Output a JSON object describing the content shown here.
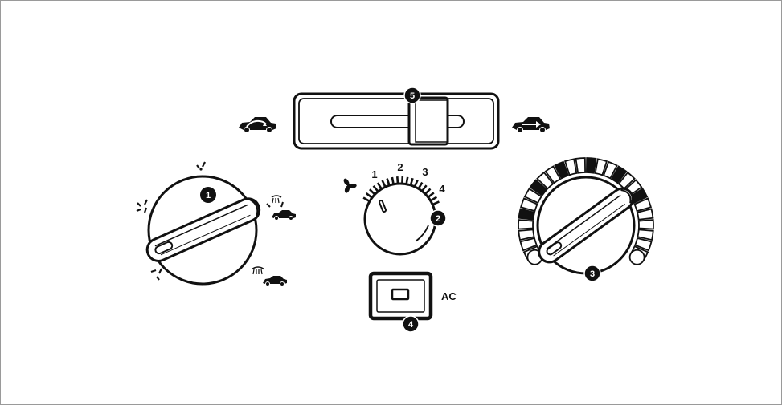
{
  "panel": {
    "callouts": [
      "1",
      "2",
      "3",
      "4",
      "5"
    ],
    "fan_speed_labels": [
      "1",
      "2",
      "3",
      "4"
    ],
    "ac_label": "AC",
    "colors": {
      "ink": "#111111",
      "frame": "#9a9a9a",
      "background": "#ffffff"
    },
    "icons": {
      "slider_left": "recirculation-car-icon",
      "slider_right": "fresh-air-car-icon",
      "mode_top": "face-vent-icon",
      "mode_left": "face-feet-vent-icon",
      "mode_bottom_left": "feet-vent-icon",
      "mode_right_top": "feet-defrost-icon",
      "mode_right_bottom": "defrost-icon",
      "fan": "fan-icon"
    }
  }
}
